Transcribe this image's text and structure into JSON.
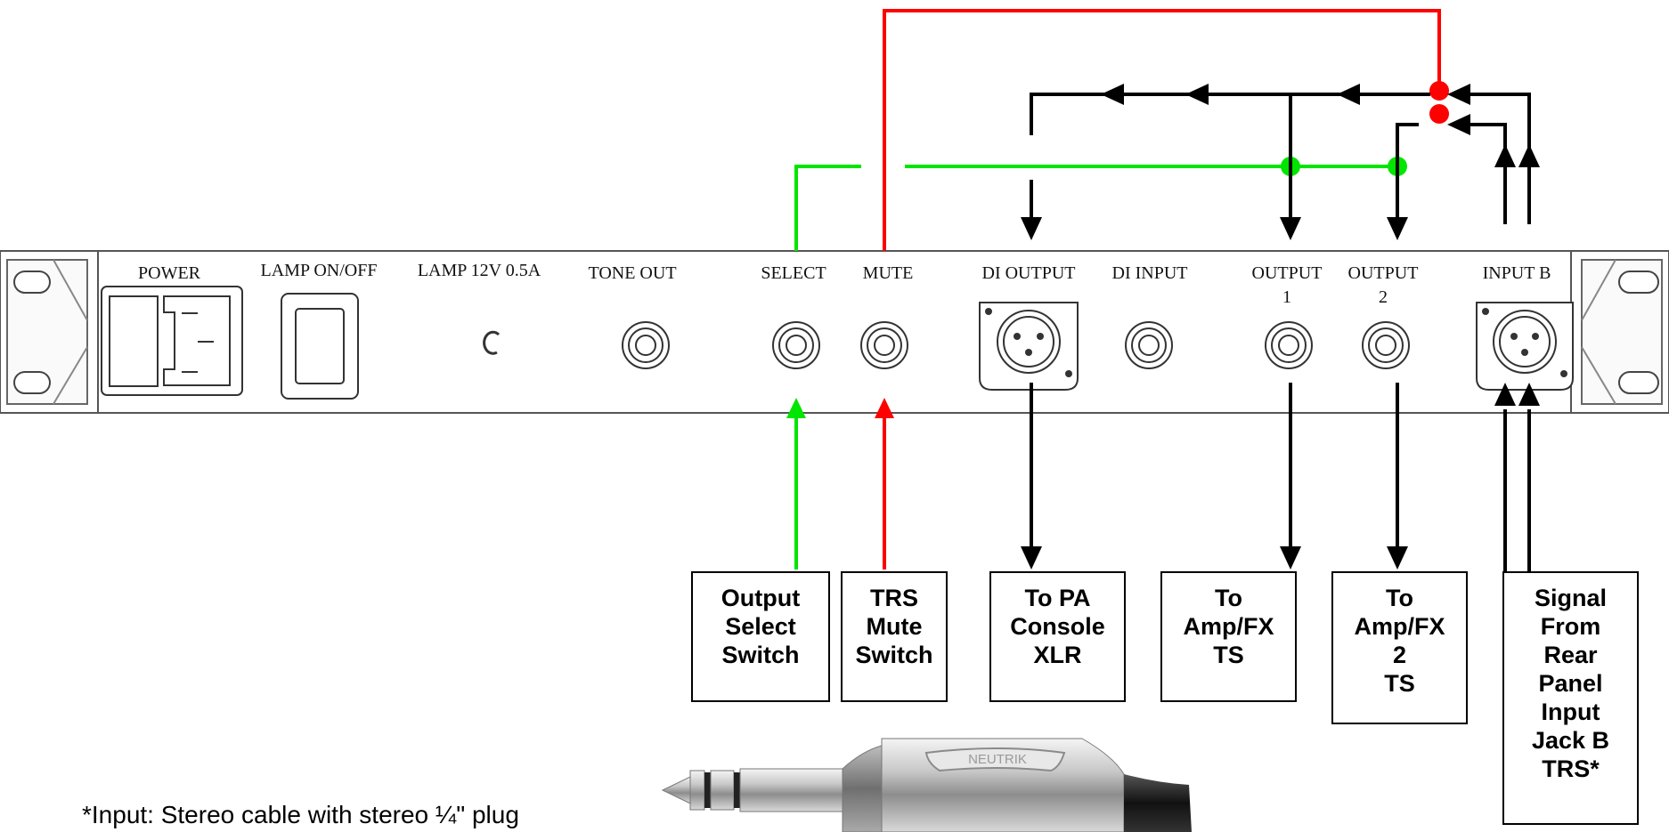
{
  "panel": {
    "labels": {
      "power": "POWER",
      "lamp_on_off": "LAMP ON/OFF",
      "lamp_12v": "LAMP 12V 0.5A",
      "tone_out": "TONE OUT",
      "select": "SELECT",
      "mute": "MUTE",
      "di_output": "DI OUTPUT",
      "di_input": "DI INPUT",
      "output1_top": "OUTPUT",
      "output1_num": "1",
      "output2_top": "OUTPUT",
      "output2_num": "2",
      "input_b": "INPUT B"
    }
  },
  "callouts": {
    "output_select": [
      "Output",
      "Select",
      "Switch"
    ],
    "trs_mute": [
      "TRS",
      "Mute",
      "Switch"
    ],
    "pa_console": [
      "To PA",
      "Console",
      "XLR"
    ],
    "amp_fx_1": [
      "To",
      "Amp/FX",
      "TS"
    ],
    "amp_fx_2": [
      "To",
      "Amp/FX",
      "2",
      "TS"
    ],
    "signal_from": [
      "Signal",
      "From",
      "Rear",
      "Panel",
      "Input",
      "Jack B",
      "TRS*"
    ]
  },
  "plug": {
    "brand": "NEUTRIK"
  },
  "footnote": "*Input: Stereo cable with stereo ¼\" plug",
  "colors": {
    "select_line": "#00e600",
    "mute_line": "#ff0000",
    "signal_line": "#000000"
  }
}
